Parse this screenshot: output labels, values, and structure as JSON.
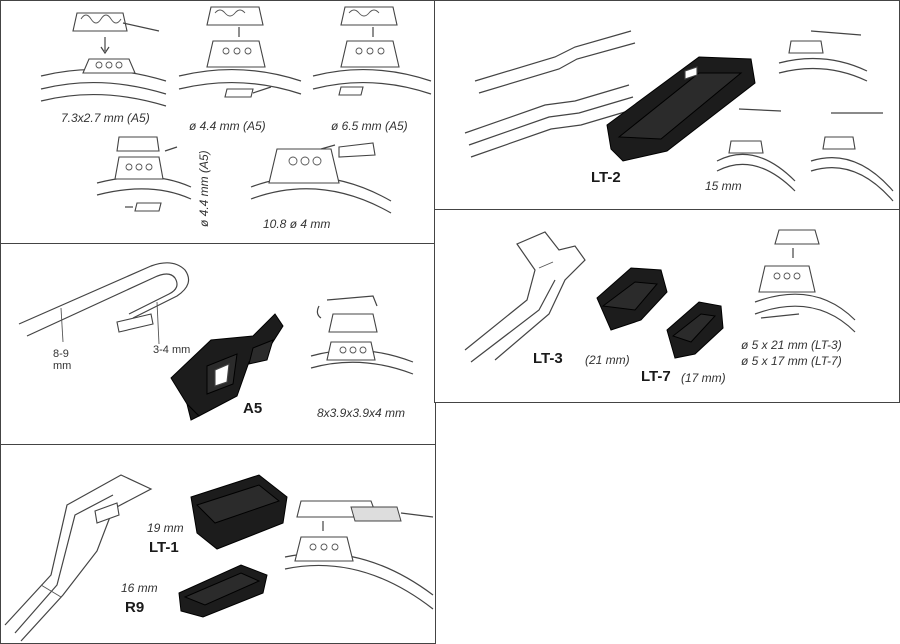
{
  "panels": {
    "a5_options": {
      "labels": [
        "7.3x2.7 mm (A5)",
        "ø 4.4 mm (A5)",
        "ø 6.5 mm (A5)",
        "ø 4.4 mm (A5)",
        "10.8 ø 4 mm"
      ]
    },
    "a5_adapter": {
      "name": "A5",
      "dim_outer": "8-9\nmm",
      "dim_inner": "3-4 mm",
      "size": "8x3.9x3.9x4 mm"
    },
    "lt1_r9": {
      "lt1_size": "19 mm",
      "lt1_name": "LT-1",
      "r9_size": "16 mm",
      "r9_name": "R9"
    },
    "lt2": {
      "name": "LT-2",
      "size": "15 mm"
    },
    "lt3_lt7": {
      "lt3_name": "LT-3",
      "lt3_size": "(21 mm)",
      "lt7_name": "LT-7",
      "lt7_size": "(17 mm)",
      "spec_lt3": "ø 5 x 21 mm (LT-3)",
      "spec_lt7": "ø 5 x 17 mm (LT-7)"
    }
  },
  "icons": [
    "arrow-icon",
    "wiper-arm-icon",
    "adapter-icon",
    "blade-clip-icon"
  ]
}
